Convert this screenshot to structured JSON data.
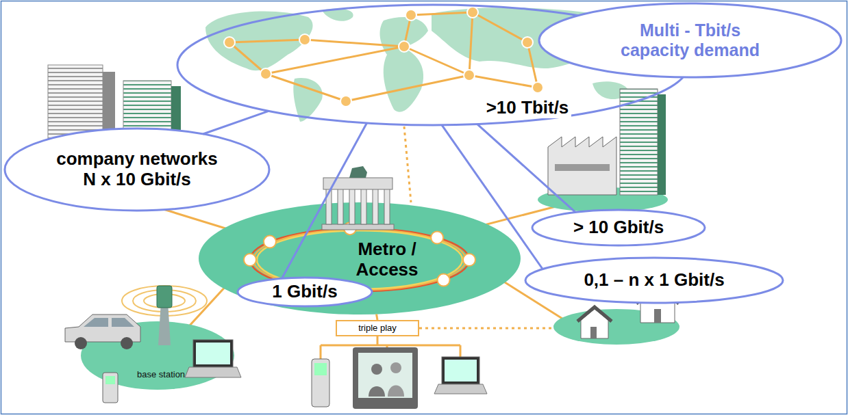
{
  "diagram": {
    "nodes": [
      {
        "text": [
          ">10 Tbit/s"
        ]
      },
      {
        "text": [
          "Multi - Tbit/s capacity demand"
        ]
      },
      {
        "text": [
          "company networks N x 10 Gbit/s"
        ]
      },
      {
        "text": [
          "Metro / Access"
        ]
      },
      {
        "text": [
          "> 10 Gbit/s"
        ]
      },
      {
        "text": [
          "1 Gbit/s"
        ]
      },
      {
        "text": [
          "0,1 – n x 1 Gbit/s"
        ]
      },
      {
        "text": [
          "triple play"
        ]
      }
    ],
    "edges": [
      {
        "from": 0,
        "to": 2,
        "arrow": "none"
      },
      {
        "from": 0,
        "to": 5,
        "arrow": "none"
      },
      {
        "from": 0,
        "to": 4,
        "arrow": "none"
      },
      {
        "from": 0,
        "to": 6,
        "arrow": "none"
      },
      {
        "from": 3,
        "to": 7,
        "arrow": "none"
      }
    ],
    "labels": [
      "base station"
    ]
  }
}
